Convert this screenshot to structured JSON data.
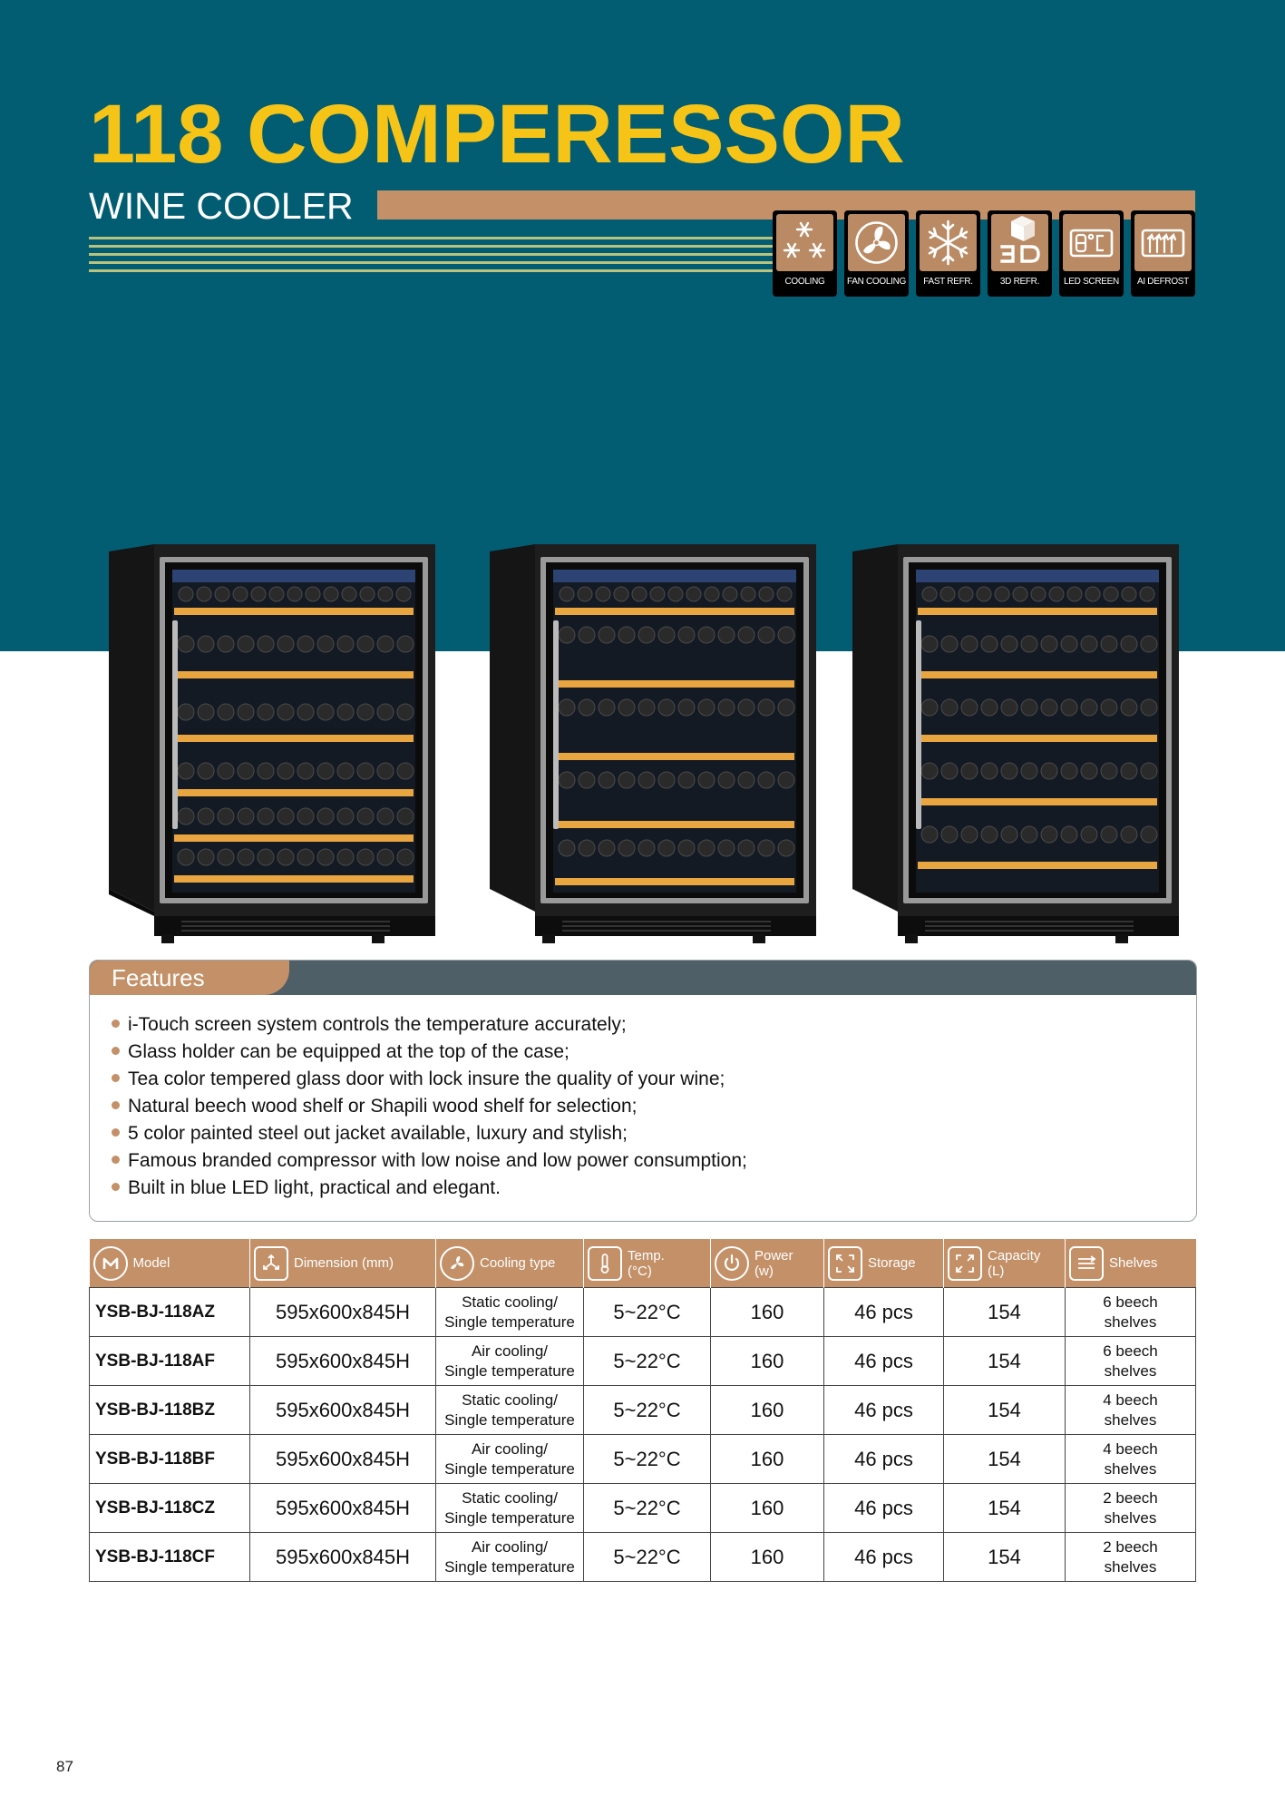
{
  "header": {
    "title": "118 COMPERESSOR",
    "subtitle": "WINE COOLER"
  },
  "badges": [
    {
      "label": "COOLING",
      "icon": "cooling-icon"
    },
    {
      "label": "FAN COOLING",
      "icon": "fan-icon"
    },
    {
      "label": "FAST REFR.",
      "icon": "snowflake-icon"
    },
    {
      "label": "3D REFR.",
      "icon": "cube-3d-icon"
    },
    {
      "label": "LED SCREEN",
      "icon": "led-screen-icon"
    },
    {
      "label": "AI DEFROST",
      "icon": "defrost-icon"
    }
  ],
  "features": {
    "heading": "Features",
    "items": [
      "i-Touch screen system controls the temperature accurately;",
      "Glass holder can be equipped at the top of the case;",
      "Tea color tempered glass door with lock insure the quality of your wine;",
      "Natural beech wood shelf or Shapili wood shelf for selection;",
      "5 color painted steel out jacket available, luxury and stylish;",
      "Famous branded compressor with low noise and low power consumption;",
      "Built in blue LED light, practical and elegant."
    ]
  },
  "table": {
    "headers": {
      "model": "Model",
      "dimension": "Dimension (mm)",
      "cooling": "Cooling type",
      "temp": "Temp.",
      "temp_unit": "(°C)",
      "power": "Power",
      "power_unit": "(w)",
      "storage": "Storage",
      "capacity": "Capacity",
      "capacity_unit": "(L)",
      "shelves": "Shelves"
    },
    "rows": [
      {
        "model": "YSB-BJ-118AZ",
        "dimension": "595x600x845H",
        "cooling1": "Static cooling/",
        "cooling2": "Single temperature",
        "temp": "5~22°C",
        "power": "160",
        "storage": "46 pcs",
        "capacity": "154",
        "shelves1": "6 beech",
        "shelves2": "shelves"
      },
      {
        "model": "YSB-BJ-118AF",
        "dimension": "595x600x845H",
        "cooling1": "Air cooling/",
        "cooling2": "Single temperature",
        "temp": "5~22°C",
        "power": "160",
        "storage": "46 pcs",
        "capacity": "154",
        "shelves1": "6 beech",
        "shelves2": "shelves"
      },
      {
        "model": "YSB-BJ-118BZ",
        "dimension": "595x600x845H",
        "cooling1": "Static cooling/",
        "cooling2": "Single temperature",
        "temp": "5~22°C",
        "power": "160",
        "storage": "46 pcs",
        "capacity": "154",
        "shelves1": "4 beech",
        "shelves2": "shelves"
      },
      {
        "model": "YSB-BJ-118BF",
        "dimension": "595x600x845H",
        "cooling1": "Air cooling/",
        "cooling2": "Single temperature",
        "temp": "5~22°C",
        "power": "160",
        "storage": "46 pcs",
        "capacity": "154",
        "shelves1": "4 beech",
        "shelves2": "shelves"
      },
      {
        "model": "YSB-BJ-118CZ",
        "dimension": "595x600x845H",
        "cooling1": "Static cooling/",
        "cooling2": "Single temperature",
        "temp": "5~22°C",
        "power": "160",
        "storage": "46 pcs",
        "capacity": "154",
        "shelves1": "2 beech",
        "shelves2": "shelves"
      },
      {
        "model": "YSB-BJ-118CF",
        "dimension": "595x600x845H",
        "cooling1": "Air cooling/",
        "cooling2": "Single temperature",
        "temp": "5~22°C",
        "power": "160",
        "storage": "46 pcs",
        "capacity": "154",
        "shelves1": "2 beech",
        "shelves2": "shelves"
      }
    ]
  },
  "page_number": "87",
  "colors": {
    "hero_bg": "#025d72",
    "title": "#f6c417",
    "accent_tan": "#c39068",
    "features_bar": "#4f5f68"
  }
}
